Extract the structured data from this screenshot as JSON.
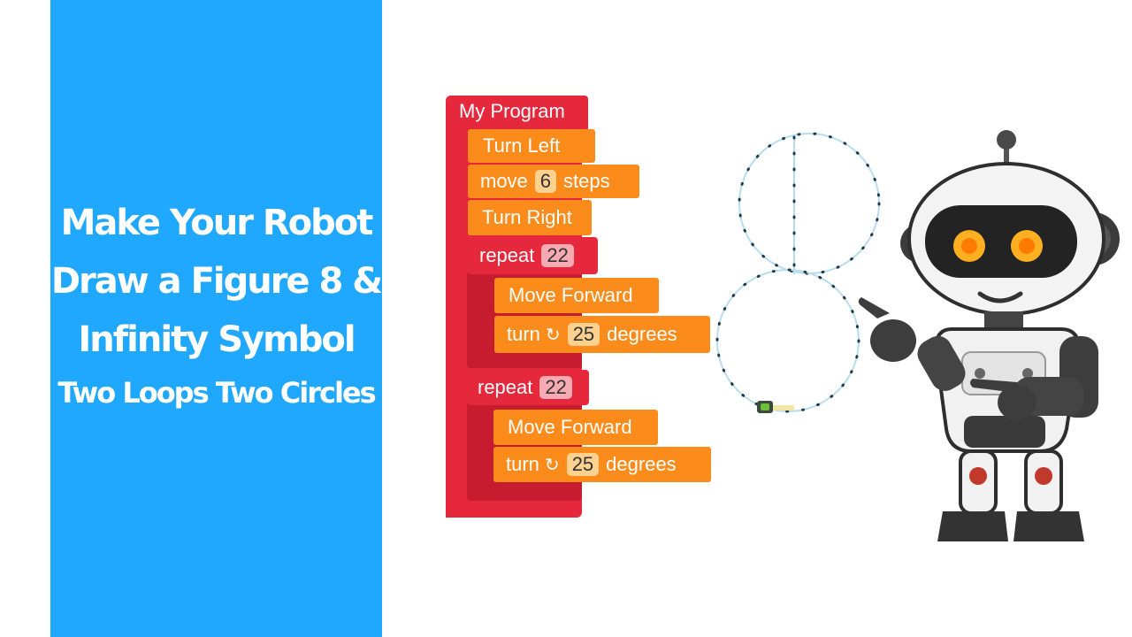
{
  "title": {
    "line1": "Make Your Robot",
    "line2": "Draw a Figure 8 &",
    "line3": "Infinity Symbol",
    "subtitle": "Two Loops Two Circles"
  },
  "program": {
    "header": "My Program",
    "blocks": {
      "turn_left": "Turn Left",
      "move_prefix": "move",
      "move_steps": "6",
      "move_suffix": "steps",
      "turn_right": "Turn Right"
    },
    "loops": [
      {
        "label": "repeat",
        "count": "22",
        "forward": "Move Forward",
        "turn_prefix": "turn",
        "turn_icon": "↻",
        "degrees_value": "25",
        "degrees_label": "degrees"
      },
      {
        "label": "repeat",
        "count": "22",
        "forward": "Move Forward",
        "turn_prefix": "turn",
        "turn_icon": "↻",
        "degrees_value": "25",
        "degrees_label": "degrees"
      }
    ]
  },
  "colors": {
    "panel": "#20a8fe",
    "event_block": "#e6283c",
    "motion_block": "#fb8c1c",
    "path": "#b8dcef"
  }
}
